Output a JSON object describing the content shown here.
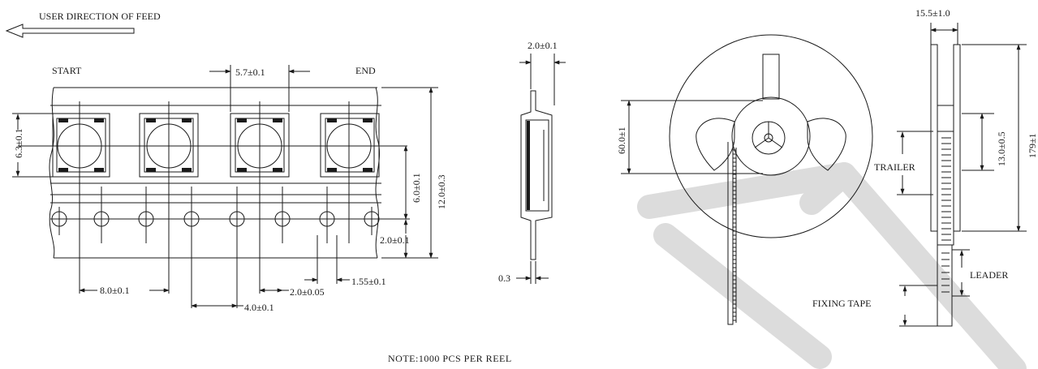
{
  "feed_label": "USER DIRECTION OF FEED",
  "tape": {
    "start_label": "START",
    "end_label": "END",
    "dims": {
      "component_pitch": "5.7±0.1",
      "height_left": "6.3±0.1",
      "row_offset": "6.0±0.1",
      "tape_width": "12.0±0.3",
      "hole_edge": "2.0±0.1",
      "pocket_pitch": "8.0±0.1",
      "hole_pitch": "4.0±0.1",
      "hole_to_pocket": "2.0±0.05",
      "hole_diameter": "1.55±0.1"
    }
  },
  "side_view": {
    "thickness_top": "2.0±0.1",
    "cover_thickness": "0.3"
  },
  "reel": {
    "hub_diameter": "60.0±1",
    "reel_width": "15.5±1.0",
    "inner_width": "13.0±0.5",
    "reel_diameter": "179±1",
    "trailer_label": "TRAILER",
    "leader_label": "LEADER",
    "fixing_tape_label": "FIXING TAPE"
  },
  "note": "NOTE:1000 PCS PER REEL"
}
